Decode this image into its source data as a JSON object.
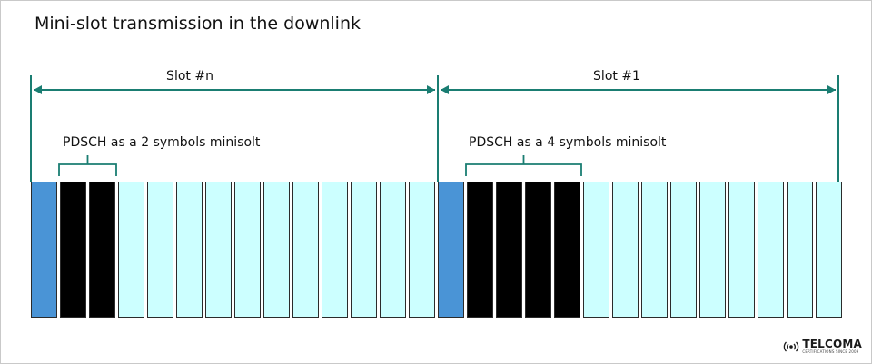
{
  "title": "Mini-slot transmission in the downlink",
  "slots": [
    {
      "label": "Slot #n",
      "minislot_label": "PDSCH as a  2 symbols minisolt",
      "symbols": [
        "control",
        "pdsch",
        "pdsch",
        "empty",
        "empty",
        "empty",
        "empty",
        "empty",
        "empty",
        "empty",
        "empty",
        "empty",
        "empty",
        "empty"
      ]
    },
    {
      "label": "Slot #1",
      "minislot_label": "PDSCH as a  4 symbols minisolt",
      "symbols": [
        "control",
        "pdsch",
        "pdsch",
        "pdsch",
        "pdsch",
        "empty",
        "empty",
        "empty",
        "empty",
        "empty",
        "empty",
        "empty",
        "empty",
        "empty"
      ]
    }
  ],
  "colors": {
    "control": "#4a94d6",
    "pdsch": "#000000",
    "empty": "#ccffff",
    "arrow": "#1a7d72"
  },
  "logo": {
    "name": "TELCOMA",
    "tagline": "CERTIFICATIONS SINCE 2009",
    "icon": "signal-waves-icon"
  }
}
